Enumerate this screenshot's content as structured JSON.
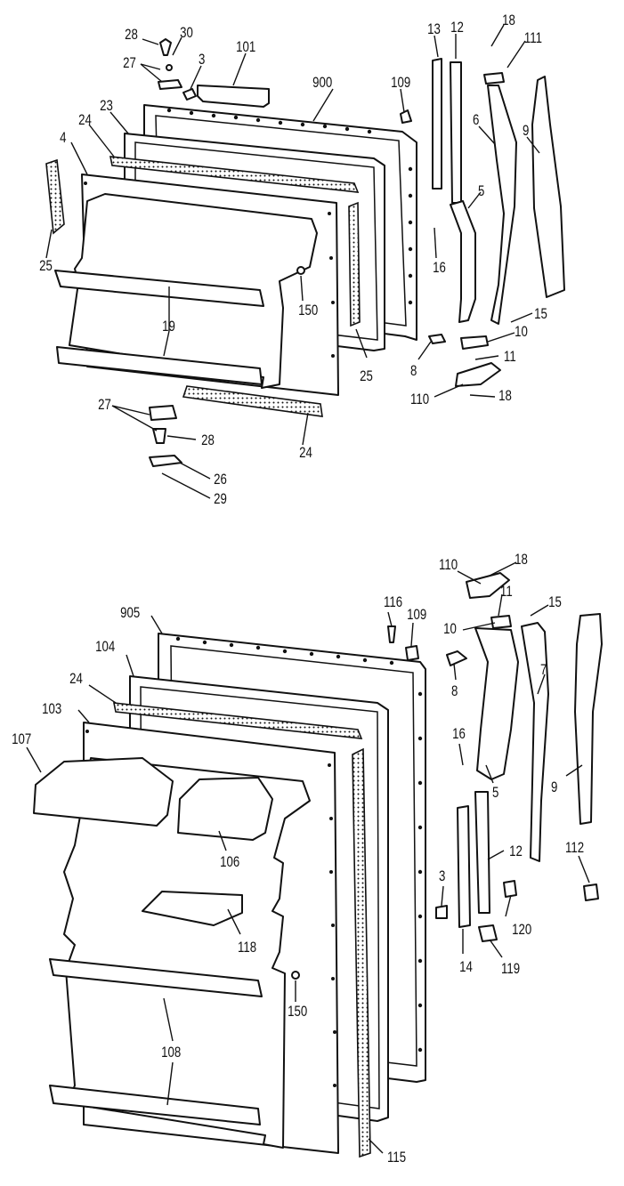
{
  "colors": {
    "line": "#111111",
    "paper": "#ffffff"
  },
  "top_assembly": {
    "labels": [
      "28",
      "30",
      "27",
      "3",
      "101",
      "13",
      "12",
      "18",
      "111",
      "900",
      "109",
      "23",
      "24",
      "6",
      "9",
      "4",
      "5",
      "16",
      "25",
      "150",
      "19",
      "15",
      "10",
      "8",
      "11",
      "110",
      "18",
      "25",
      "27",
      "28",
      "24",
      "26",
      "29"
    ]
  },
  "bottom_assembly": {
    "labels": [
      "110",
      "18",
      "116",
      "109",
      "11",
      "15",
      "905",
      "10",
      "104",
      "8",
      "24",
      "103",
      "16",
      "107",
      "7",
      "5",
      "106",
      "9",
      "112",
      "12",
      "3",
      "120",
      "118",
      "14",
      "119",
      "150",
      "108",
      "115"
    ]
  }
}
